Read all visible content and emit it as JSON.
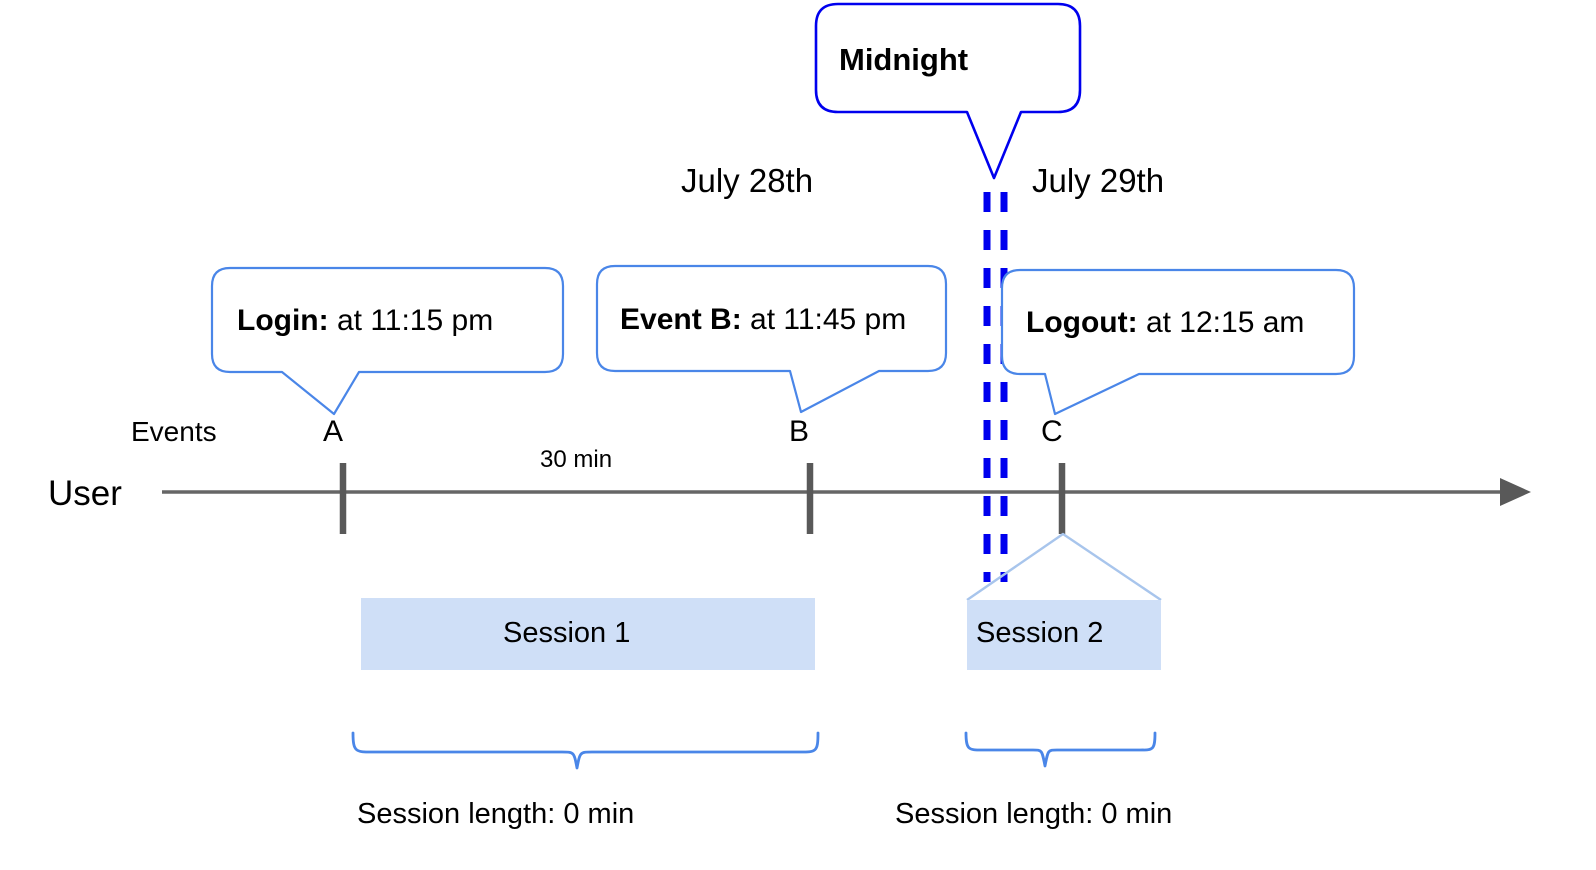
{
  "diagram": {
    "title_callout": {
      "label": "Midnight"
    },
    "dates": [
      {
        "label": "July 28th"
      },
      {
        "label": "July 29th"
      }
    ],
    "event_callouts": [
      {
        "bold": "Login:",
        "rest": " at 11:15 pm"
      },
      {
        "bold": "Event B:",
        "rest": " at 11:45 pm"
      },
      {
        "bold": "Logout:",
        "rest": " at 12:15 am"
      }
    ],
    "axis": {
      "row_label": "User",
      "events_label": "Events",
      "ticks": [
        {
          "letter": "A"
        },
        {
          "letter": "B"
        },
        {
          "letter": "C"
        }
      ],
      "gap_label": "30 min"
    },
    "sessions": [
      {
        "label": "Session 1",
        "length_label": "Session length: 0 min"
      },
      {
        "label": "Session 2",
        "length_label": "Session length: 0 min"
      }
    ],
    "colors": {
      "midnight_blue": "#0000EE",
      "callout_blue": "#4A86E8",
      "session_fill": "#CFDFF7",
      "axis_gray": "#666666",
      "tick_gray": "#595959",
      "funnel_blue": "#A8C5EC",
      "background": "#FFFFFF"
    }
  }
}
